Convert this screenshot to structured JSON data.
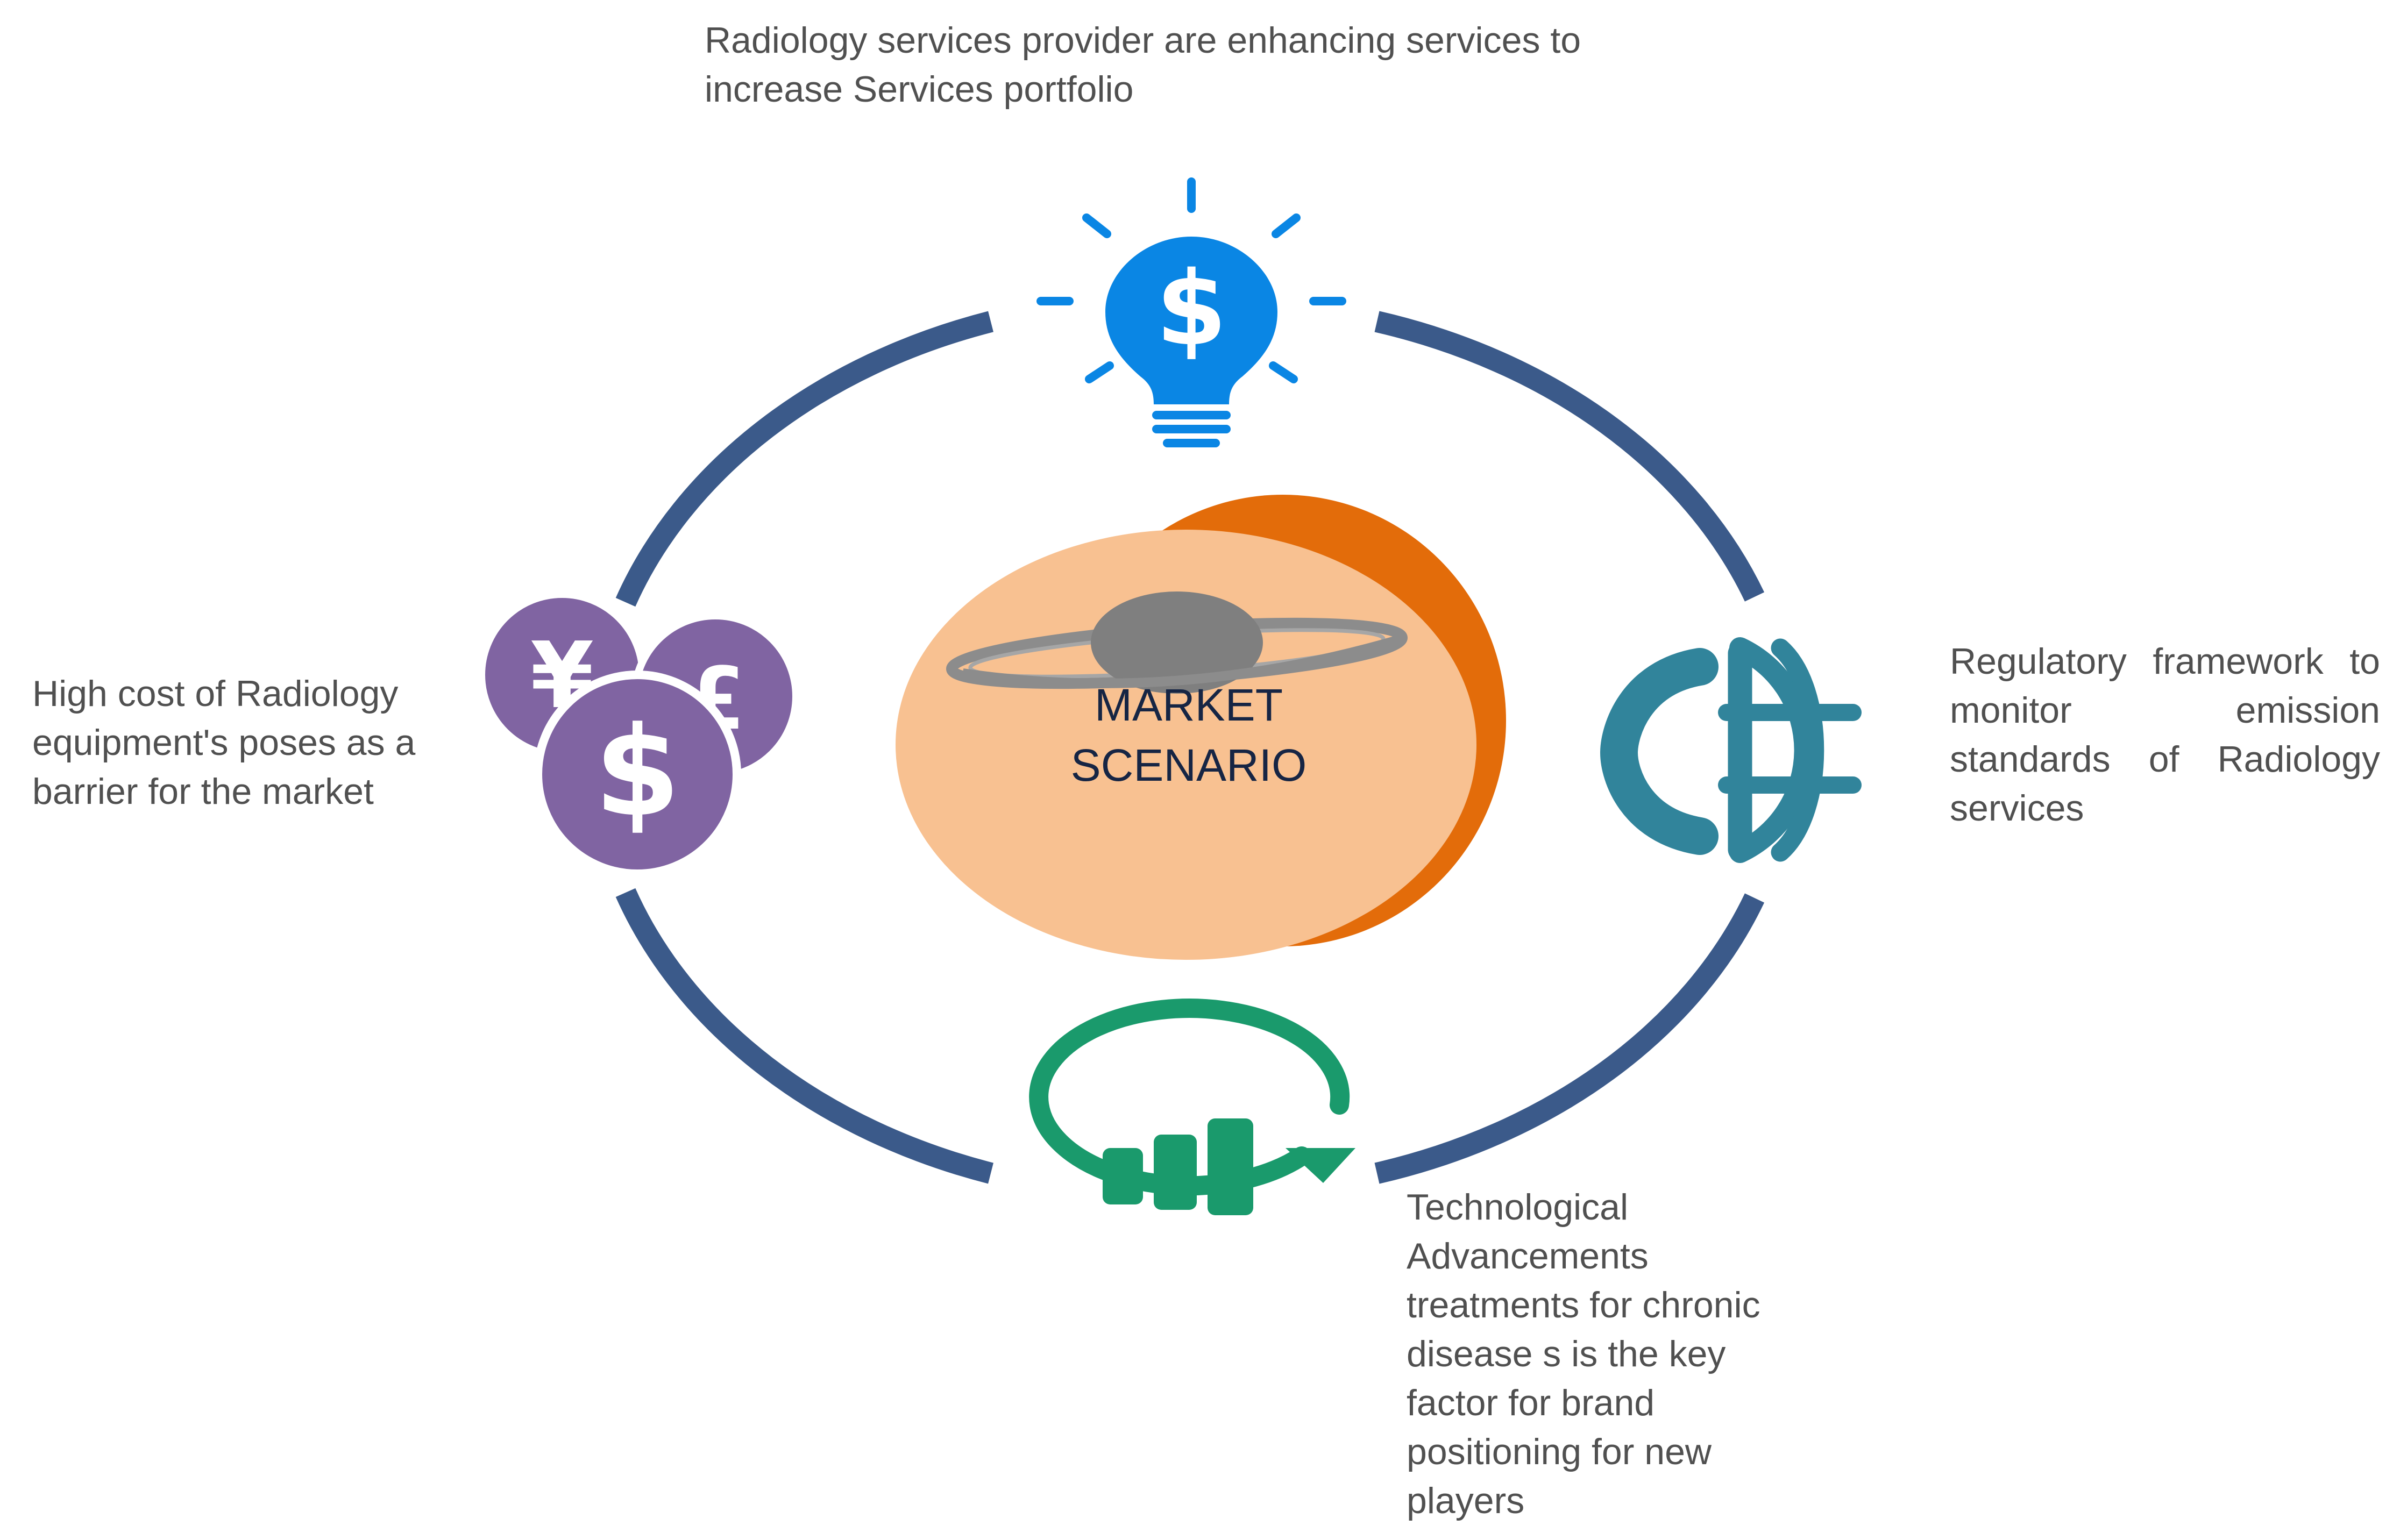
{
  "center": {
    "line1": "MARKET",
    "line2": "SCENARIO"
  },
  "top": {
    "line1": "Radiology services provider are enhancing services to",
    "line2": "increase Services portfolio",
    "icon": "lightbulb-dollar-icon"
  },
  "left": {
    "line1": "High cost of Radiology",
    "line2": "equipment's poses as a",
    "line3": "barrier for the market",
    "icon": "currency-coins-icon"
  },
  "right": {
    "line1_words": [
      "Regulatory",
      "framework",
      "to"
    ],
    "line2_words": [
      "monitor",
      "emission"
    ],
    "line3_words": [
      "standards",
      "of",
      "Radiology"
    ],
    "line4": "services",
    "icon": "globe-icon"
  },
  "bottom": {
    "line1": "Technological",
    "line2": "Advancements",
    "line3": "treatments for chronic",
    "line4": "disease s is the key",
    "line5": "factor for brand",
    "line6": "positioning for new",
    "line7": "players",
    "icon": "growth-chart-cycle-icon"
  },
  "colors": {
    "ring": "#3b5a8a",
    "bulb": "#0a86e4",
    "coins": "#8064a2",
    "globe": "#31849b",
    "chart": "#1a9a6c",
    "center_fill": "#f8c191",
    "center_shadow": "#e36c0a",
    "planet": "#7f7f7f"
  }
}
